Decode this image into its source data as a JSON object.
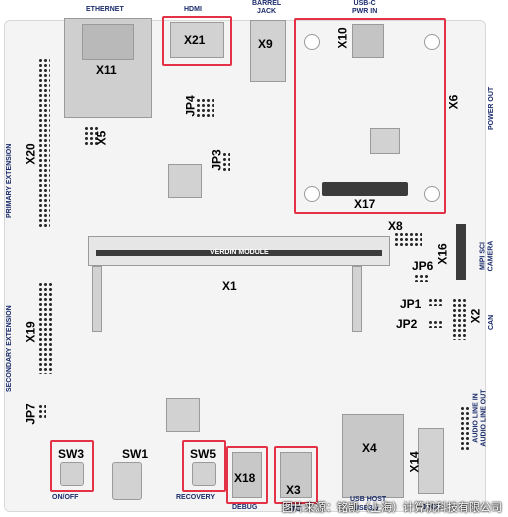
{
  "board_labels": {
    "ethernet": "ETHERNET",
    "hdmi": "HDMI",
    "barrel_jack": "BARREL\nJACK",
    "usbc_pwr": "USB-C\nPWR IN",
    "power_out": "POWER OUT",
    "primary_extension": "PRIMARY EXTENSION",
    "secondary_extension": "SECONDARY EXTENSION",
    "verdin_module": "VERDIN MODULE",
    "mipi_camera": "MIPI SCI\nCAMERA",
    "can": "CAN",
    "audio": "AUDIO LINE IN\nAUDIO LINE OUT",
    "on_off": "ON/OFF",
    "recovery": "RECOVERY",
    "debug": "DEBUG",
    "otg": "OTG",
    "usb_host": "USB HOST",
    "usb3": "USB3.0",
    "jack": "JACK"
  },
  "designators": {
    "x11": "X11",
    "x21": "X21",
    "x9": "X9",
    "x10": "X10",
    "x6": "X6",
    "x5": "X5",
    "jp4": "JP4",
    "x20": "X20",
    "jp3": "JP3",
    "x17": "X17",
    "x8": "X8",
    "x16": "X16",
    "x1": "X1",
    "jp6": "JP6",
    "jp1": "JP1",
    "jp2": "JP2",
    "x2": "X2",
    "x19": "X19",
    "jp7": "JP7",
    "sw3": "SW3",
    "sw1": "SW1",
    "sw5": "SW5",
    "x18": "X18",
    "x3": "X3",
    "x4": "X4",
    "x14": "X14"
  },
  "watermark": "图片来源：铭凯（上海）计算机科技有限公司",
  "highlight_color": "#e33246"
}
